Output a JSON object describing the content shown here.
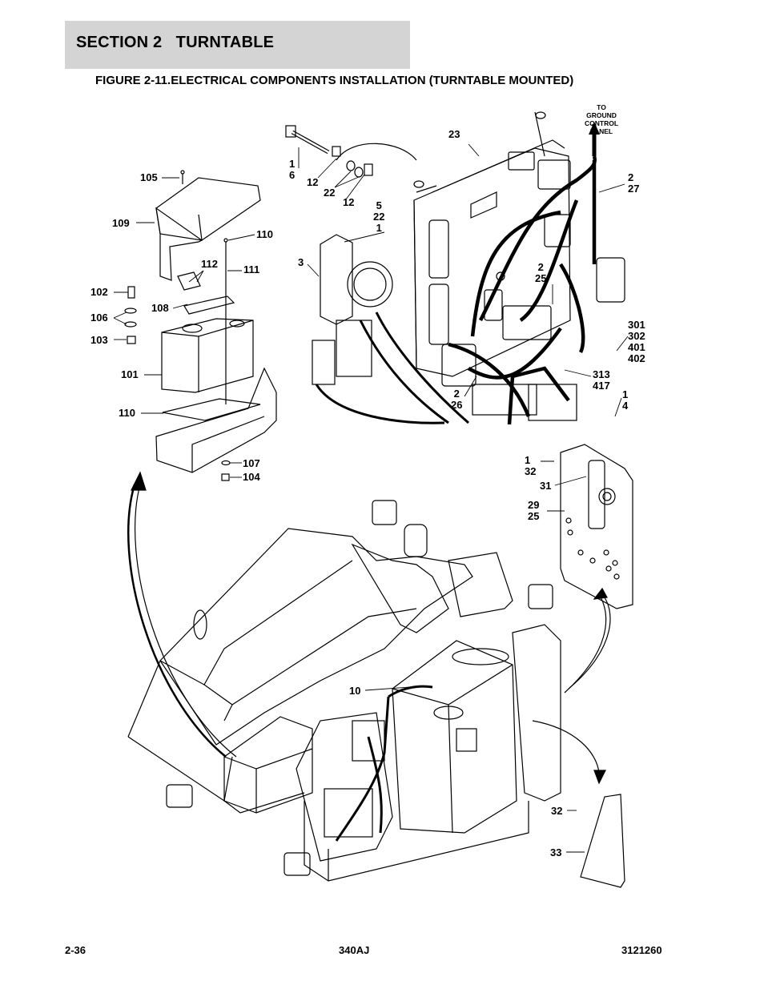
{
  "header": {
    "section_title": "SECTION 2   TURNTABLE",
    "figure_title": "FIGURE 2-11.ELECTRICAL COMPONENTS INSTALLATION (TURNTABLE MOUNTED)"
  },
  "footer": {
    "page_number": "2-36",
    "model": "340AJ",
    "manual_number": "3121260"
  },
  "callouts": {
    "to_ground_control_panel": [
      "TO",
      "GROUND",
      "CONTROL",
      "PANEL"
    ],
    "c23": "23",
    "c1_6": [
      "1",
      "6"
    ],
    "c12a": "12",
    "c22": "22",
    "c12b": "12",
    "c5_22_1": [
      "5",
      "22",
      "1"
    ],
    "c3": "3",
    "c2_27": [
      "2",
      "27"
    ],
    "c2_25_top": [
      "2",
      "25"
    ],
    "c301_402": [
      "301",
      "302",
      "401",
      "402"
    ],
    "c313_417": [
      "313",
      "417"
    ],
    "c2_26": [
      "2",
      "26"
    ],
    "c1_4": [
      "1",
      "4"
    ],
    "c105": "105",
    "c109": "109",
    "c110_top": "110",
    "c112": "112",
    "c111": "111",
    "c102": "102",
    "c108": "108",
    "c106": "106",
    "c103": "103",
    "c101": "101",
    "c110_bottom": "110",
    "c107": "107",
    "c104": "104",
    "c1_32": [
      "1",
      "32"
    ],
    "c31": "31",
    "c29_25": [
      "29",
      "25"
    ],
    "c10": "10",
    "c32": "32",
    "c33": "33"
  }
}
